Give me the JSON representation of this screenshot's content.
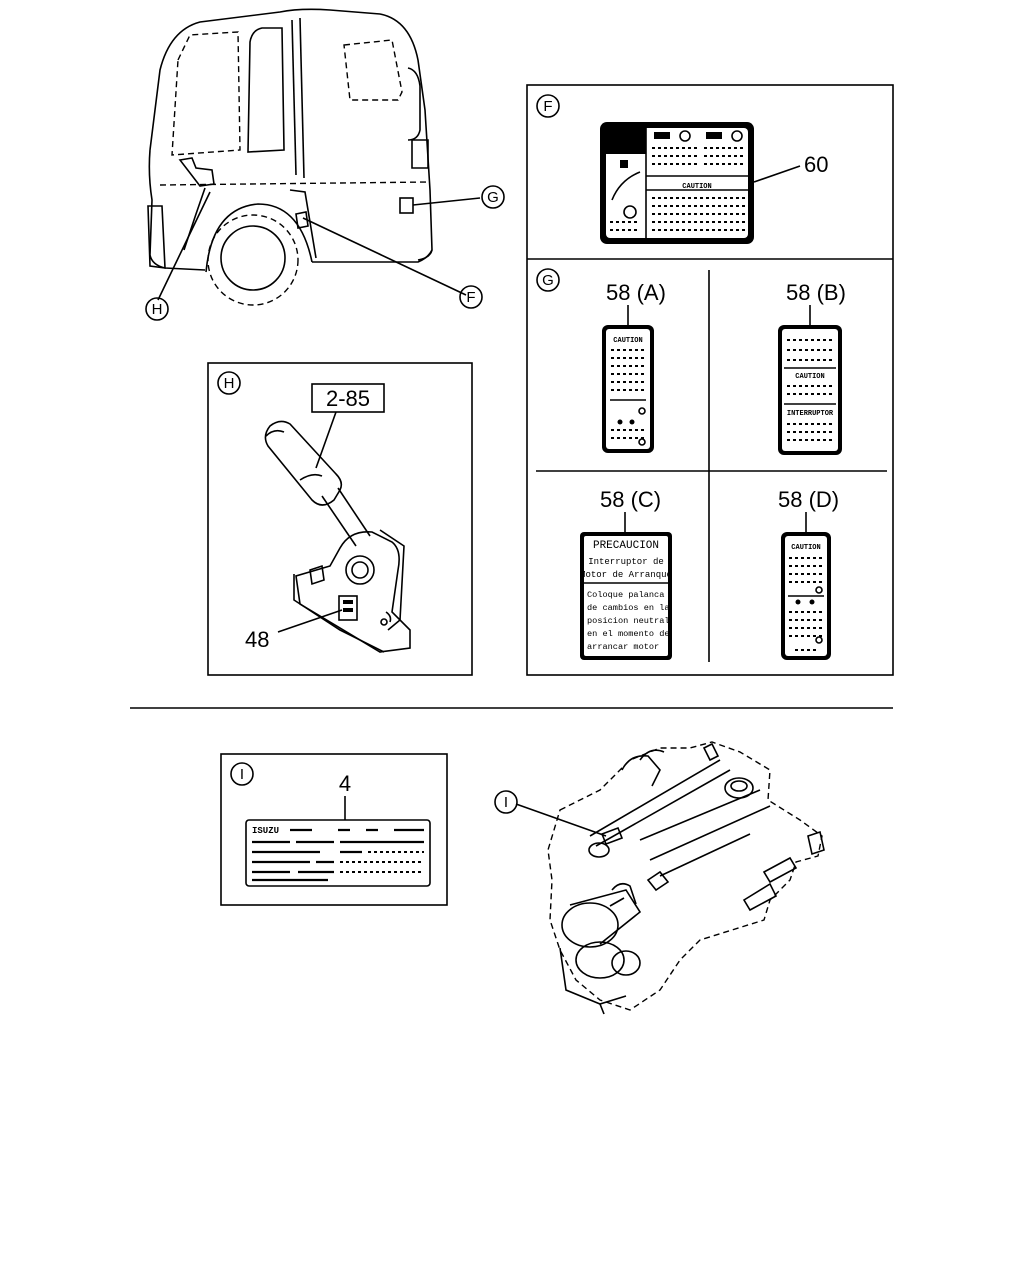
{
  "markers": {
    "f": "F",
    "g": "G",
    "h": "H",
    "i": "I"
  },
  "callouts": {
    "c60": "60",
    "c58a": "58 (A)",
    "c58b": "58 (B)",
    "c58c": "58 (C)",
    "c58d": "58 (D)",
    "c285": "2-85",
    "c48": "48",
    "c4": "4"
  },
  "labels": {
    "caution_big": "CAUTION",
    "caution_small": "CAUTION",
    "interruptor": "INTERRUPTOR",
    "precaucion_title": "PRECAUCION",
    "precaucion_sub1": "Interruptor de",
    "precaucion_sub2": "Motor de Arranque",
    "precaucion_body": [
      "Coloque palanca",
      "de cambios en la",
      "posicion neutral",
      "en el momento de",
      "arrancar motor"
    ],
    "isuzu": "ISUZU"
  }
}
